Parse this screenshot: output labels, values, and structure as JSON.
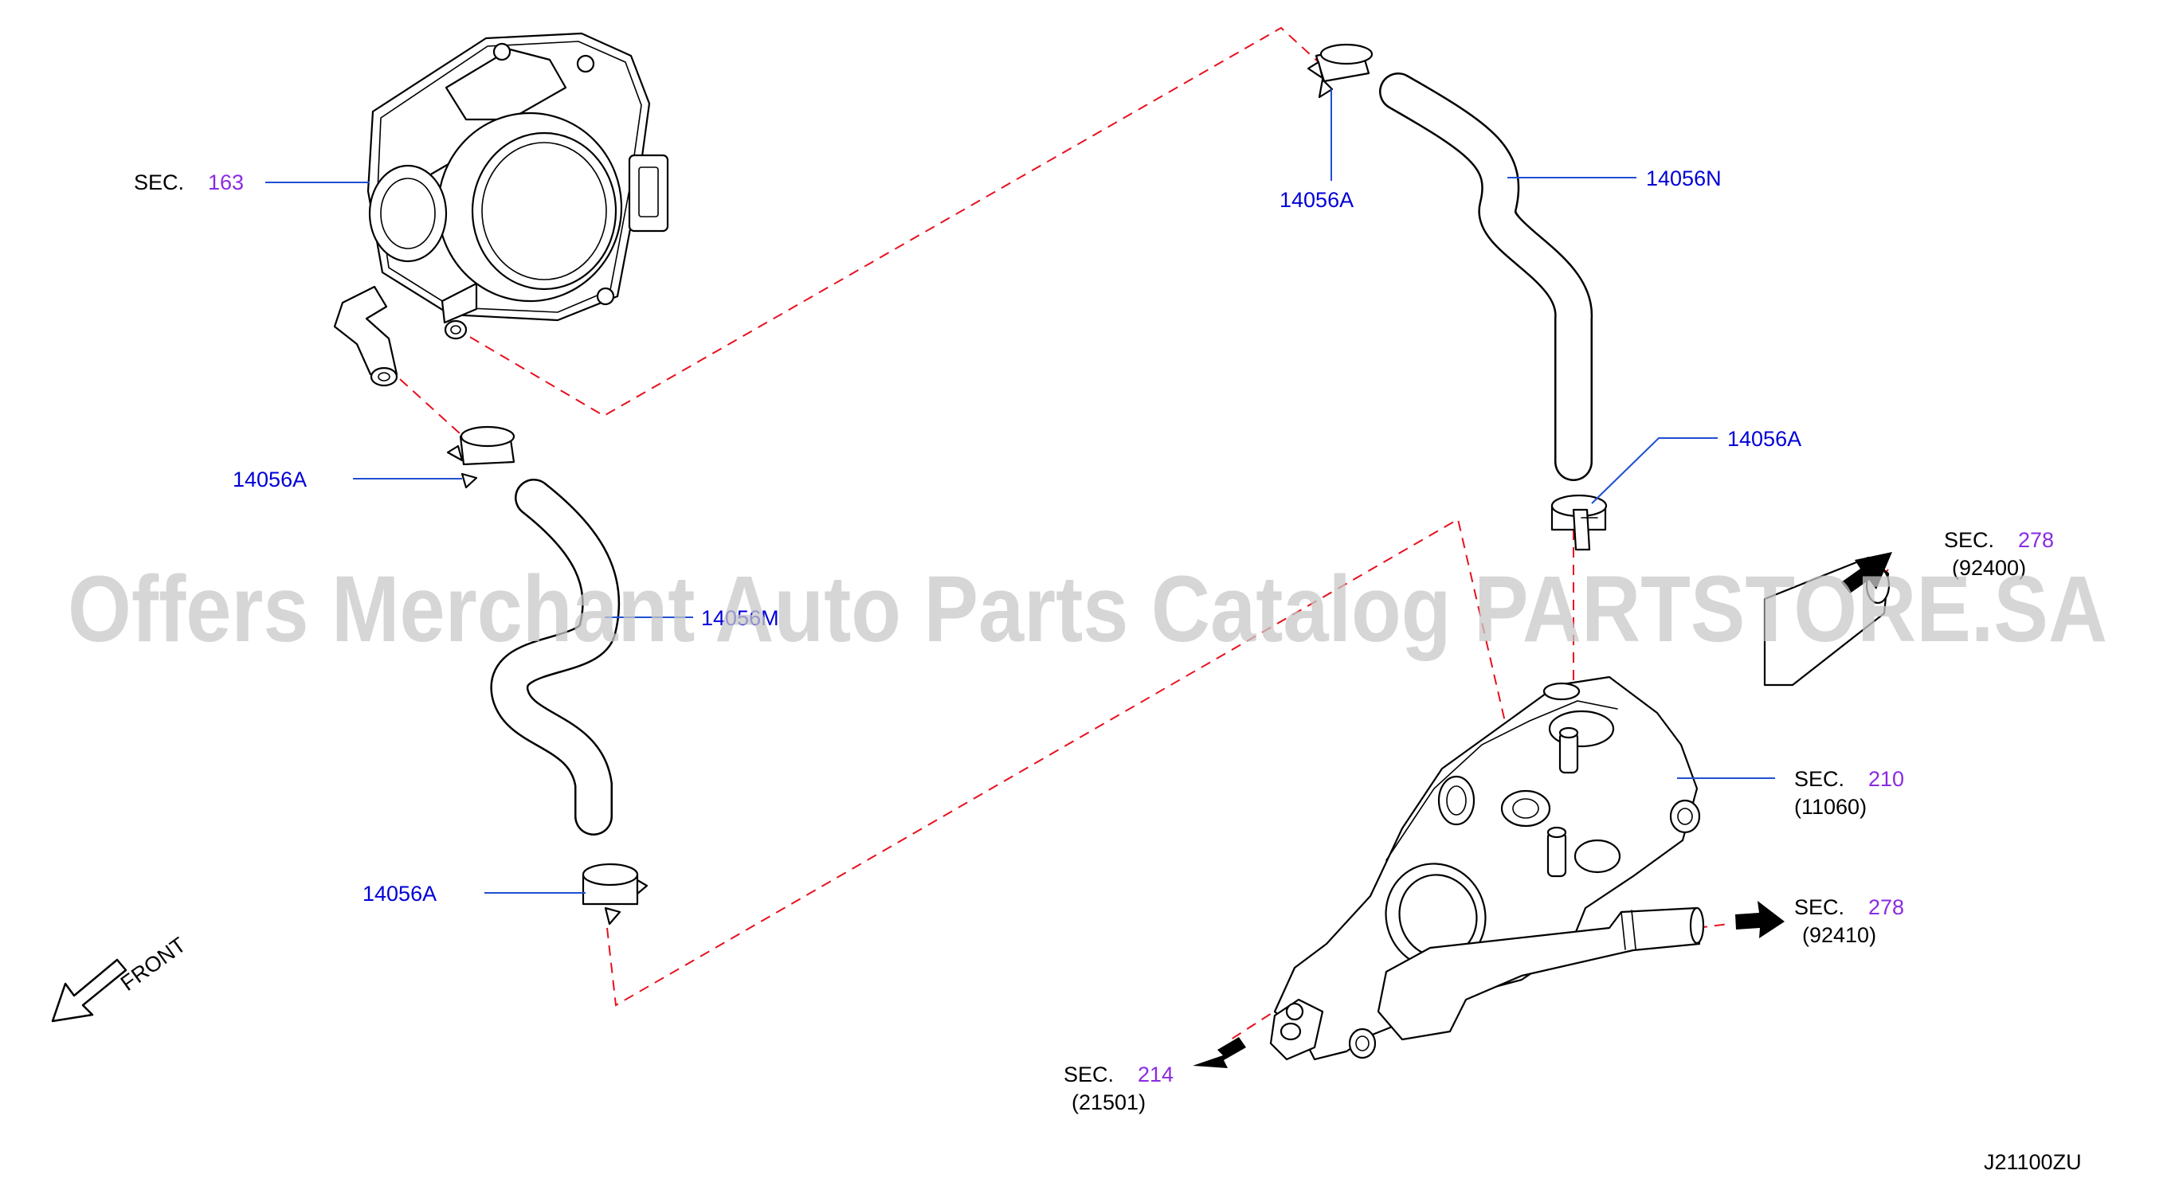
{
  "diagram": {
    "labels": {
      "sec163": {
        "prefix": "SEC.",
        "number": "163"
      },
      "clamp_top": "14056A",
      "hose_n": "14056N",
      "clamp_right": "14056A",
      "clamp_left_upper": "14056A",
      "hose_m": "14056M",
      "clamp_left_lower": "14056A",
      "sec278_upper": {
        "prefix": "SEC.",
        "number": "278",
        "ref": "(92400)"
      },
      "sec210": {
        "prefix": "SEC.",
        "number": "210",
        "ref": "(11060)"
      },
      "sec278_lower": {
        "prefix": "SEC.",
        "number": "278",
        "ref": "(92410)"
      },
      "sec214": {
        "prefix": "SEC.",
        "number": "214",
        "ref": "(21501)"
      }
    },
    "front_label": "FRONT",
    "diagram_code": "J21100ZU",
    "watermark": "Offers Merchant Auto Parts Catalog PARTSTORE.SA",
    "colors": {
      "part_number": "#0000d8",
      "section_number": "#8a2be2",
      "leader_line": "#1f4fd1",
      "dashed_line": "#e8101e",
      "watermark": "#c8c8c8"
    },
    "icons": [
      "throttle-body",
      "hose-clamp",
      "coolant-hose",
      "water-outlet-housing",
      "direction-arrow"
    ]
  }
}
